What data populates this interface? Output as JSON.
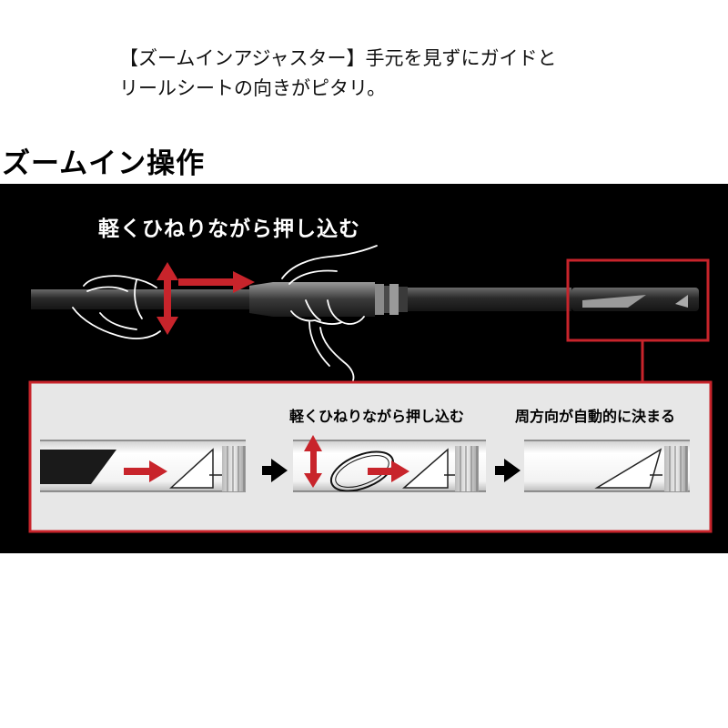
{
  "caption": {
    "line1": "【ズームインアジャスター】手元を見ずにガイドと",
    "line2": "リールシートの向きがピタリ。"
  },
  "section_title": "ズームイン操作",
  "diagram": {
    "main_label": "軽くひねりながら押し込む",
    "step2_label": "軽くひねりながら押し込む",
    "step3_label": "周方向が自動的に決まる",
    "colors": {
      "accent_red": "#c8242b",
      "panel_bg": "#000000",
      "inset_bg": "#e7e7e7"
    }
  }
}
